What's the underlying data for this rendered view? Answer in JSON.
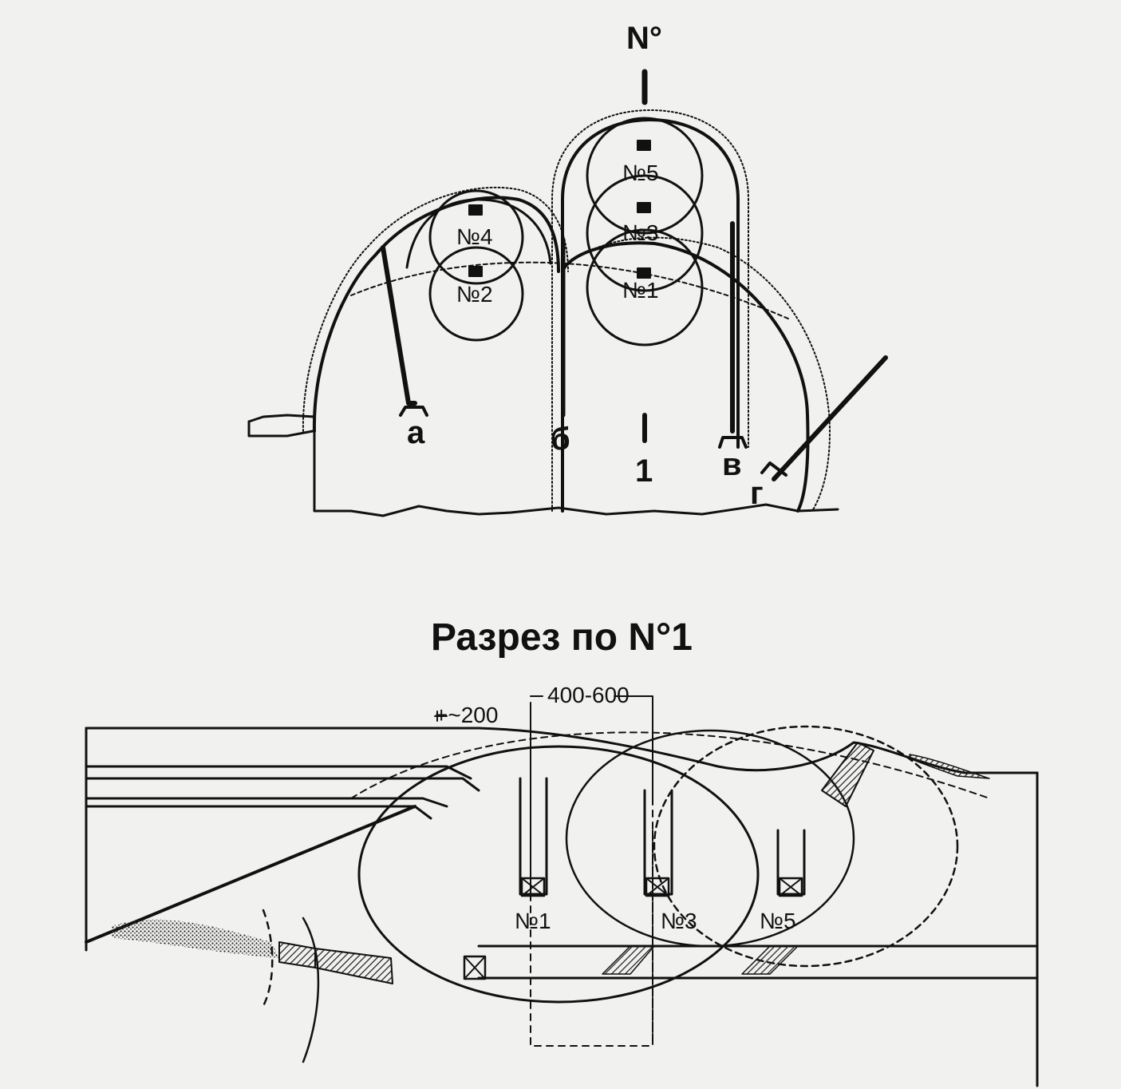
{
  "top_view": {
    "header_symbol": "N°",
    "section_mark_top": "I",
    "section_mark_bottom": "I",
    "section_number": "1",
    "charges": [
      {
        "id": "4",
        "label": "№4"
      },
      {
        "id": "2",
        "label": "№2"
      },
      {
        "id": "5",
        "label": "№5"
      },
      {
        "id": "3",
        "label": "№3"
      },
      {
        "id": "1",
        "label": "№1"
      }
    ],
    "ducts": [
      {
        "id": "a",
        "label": "а"
      },
      {
        "id": "b",
        "label": "б"
      },
      {
        "id": "v",
        "label": "в"
      },
      {
        "id": "g",
        "label": "г"
      }
    ]
  },
  "section_view": {
    "title": "Разрез по N°1",
    "dim_small": "+~200",
    "dim_large": "400-600",
    "charges": [
      {
        "id": "1",
        "label": "№1"
      },
      {
        "id": "3",
        "label": "№3"
      },
      {
        "id": "5",
        "label": "№5"
      }
    ]
  }
}
